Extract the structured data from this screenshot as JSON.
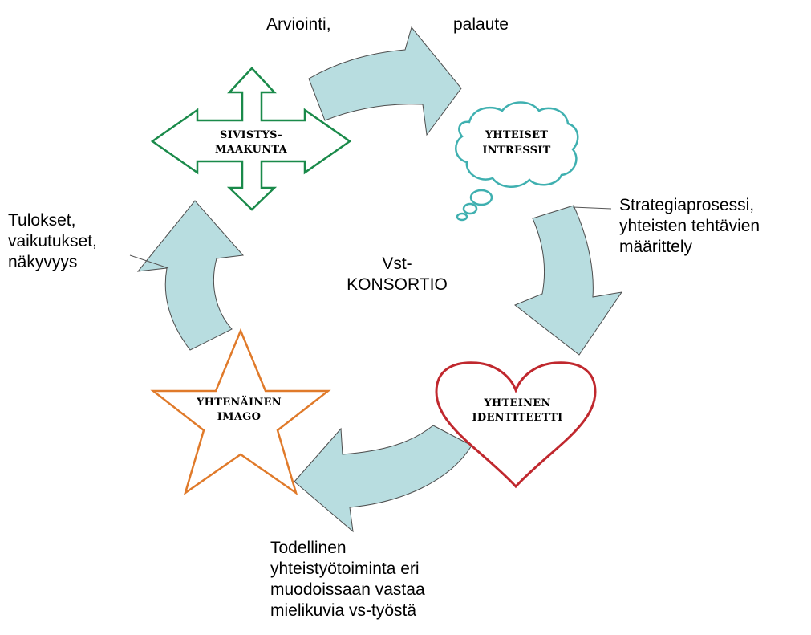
{
  "colors": {
    "arrow_fill": "#b8dde0",
    "arrow_stroke": "#4d4d4d",
    "cross_stroke": "#1a8a4a",
    "cloud_stroke": "#3fb0b0",
    "heart_stroke": "#c0282e",
    "star_stroke": "#e07a2a"
  },
  "center": {
    "line1": "Vst-",
    "line2": "KONSORTIO"
  },
  "labels": {
    "top_left": "Arviointi,",
    "top_right": "palaute",
    "right": [
      "Strategiaprosessi,",
      "yhteisten tehtävien",
      "määrittely"
    ],
    "left": [
      "Tulokset,",
      "vaikutukset,",
      "näkyvyys"
    ],
    "bottom": [
      "Todellinen",
      "yhteistyötoiminta eri",
      "muodoissaan vastaa",
      "mielikuvia vs-työstä"
    ]
  },
  "shapes": {
    "cross": {
      "line1": "SIVISTYS-",
      "line2": "MAAKUNTA",
      "icon": "four-way-arrow-icon"
    },
    "cloud": {
      "line1": "YHTEISET",
      "line2": "INTRESSIT",
      "icon": "thought-cloud-icon"
    },
    "heart": {
      "line1": "YHTEINEN",
      "line2": "IDENTITEETTI",
      "icon": "heart-icon"
    },
    "star": {
      "line1": "YHTENÄINEN",
      "line2": "IMAGO",
      "icon": "star-icon"
    }
  }
}
